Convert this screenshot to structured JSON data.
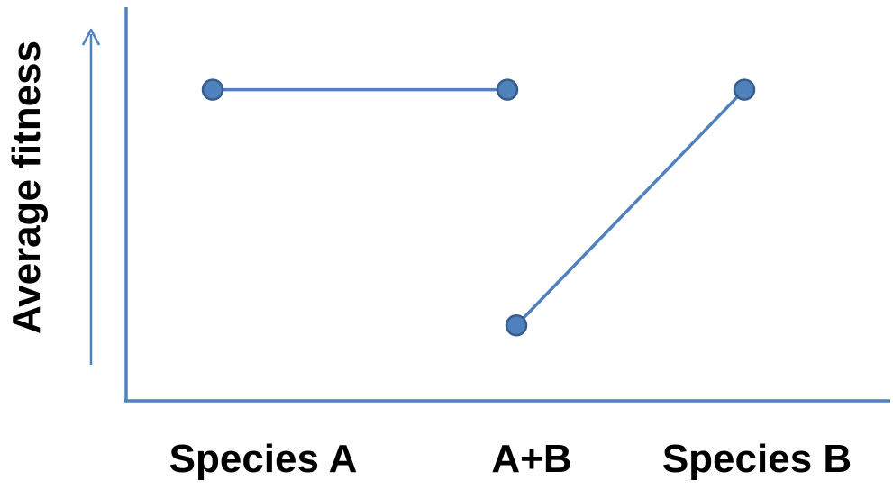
{
  "chart_data": {
    "type": "line",
    "categories": [
      "Species A",
      "A+B",
      "Species B"
    ],
    "ylabel": "Average fitness",
    "xlabel": "",
    "title": "",
    "series": [
      {
        "points": [
          {
            "x": "Species A",
            "y": 1.0
          },
          {
            "x": "A+B",
            "y": 1.0
          }
        ]
      },
      {
        "points": [
          {
            "x": "A+B",
            "y": 0.0
          },
          {
            "x": "Species B",
            "y": 1.0
          }
        ]
      }
    ],
    "ylim": [
      -0.32,
      1.35
    ],
    "grid": false,
    "colors": {
      "line": "#4f81bd",
      "marker_fill": "#4f81bd",
      "marker_stroke": "#385d8a",
      "axis": "#4f81bd"
    }
  }
}
